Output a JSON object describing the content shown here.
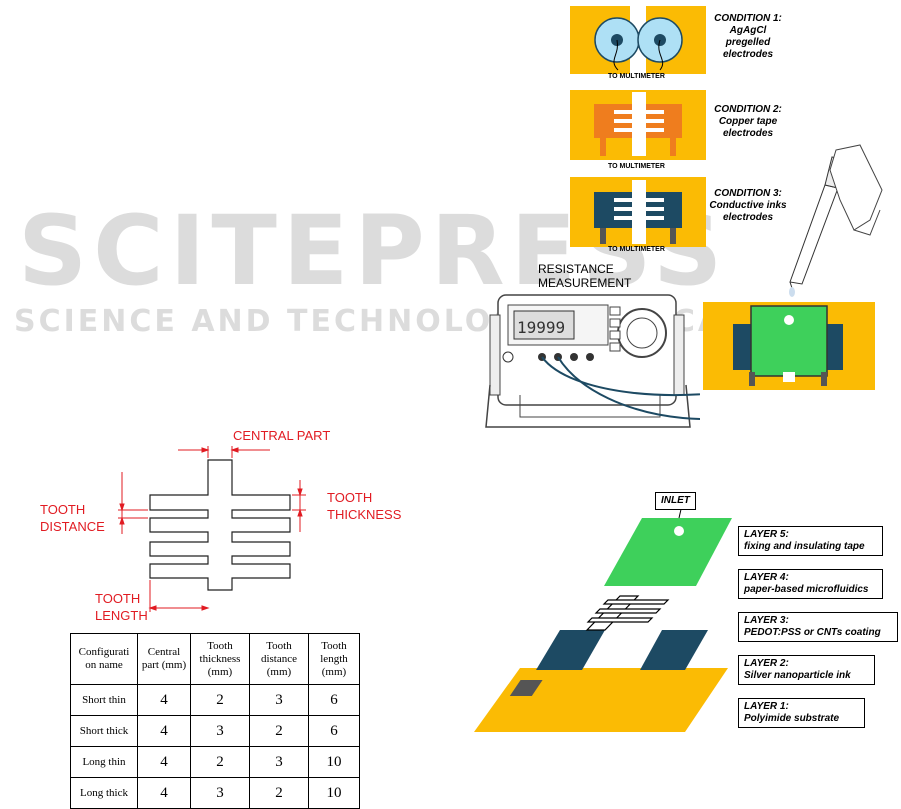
{
  "watermark": {
    "big": "SCITEPRESS",
    "small": "SCIENCE AND TECHNOLOGY PUBLICATIONS"
  },
  "conditions": [
    {
      "title": "CONDITION 1:",
      "desc": "AgAgCl pregelled electrodes",
      "label": "TO MULTIMETER"
    },
    {
      "title": "CONDITION 2:",
      "desc": "Copper tape electrodes",
      "label": "TO MULTIMETER"
    },
    {
      "title": "CONDITION 3:",
      "desc": "Conductive inks electrodes",
      "label": "TO MULTIMETER"
    }
  ],
  "multimeter": {
    "label": "RESISTANCE MEASUREMENT",
    "display": "19999"
  },
  "dimensions": {
    "central_part": "CENTRAL PART",
    "tooth_distance": "TOOTH DISTANCE",
    "tooth_thickness": "TOOTH THICKNESS",
    "tooth_length": "TOOTH LENGTH"
  },
  "table": {
    "headers": [
      "Configurati on name",
      "Central part (mm)",
      "Tooth thickness (mm)",
      "Tooth distance (mm)",
      "Tooth length (mm)"
    ],
    "rows": [
      [
        "Short thin",
        "4",
        "2",
        "3",
        "6"
      ],
      [
        "Short thick",
        "4",
        "3",
        "2",
        "6"
      ],
      [
        "Long thin",
        "4",
        "2",
        "3",
        "10"
      ],
      [
        "Long thick",
        "4",
        "3",
        "2",
        "10"
      ]
    ]
  },
  "stack": {
    "inlet": "INLET",
    "layers": [
      {
        "title": "LAYER 5:",
        "desc": "fixing and insulating tape"
      },
      {
        "title": "LAYER 4:",
        "desc": "paper-based microfluidics"
      },
      {
        "title": "LAYER 3:",
        "desc": "PEDOT:PSS or CNTs coating"
      },
      {
        "title": "LAYER 2:",
        "desc": "Silver nanoparticle ink"
      },
      {
        "title": "LAYER 1:",
        "desc": "Polyimide substrate"
      }
    ]
  },
  "colors": {
    "substrate": "#fbbb04",
    "electrode": "#1d4a63",
    "copper": "#ef7d1e",
    "paper": "#3ed05b",
    "text_red": "#e11b22"
  }
}
